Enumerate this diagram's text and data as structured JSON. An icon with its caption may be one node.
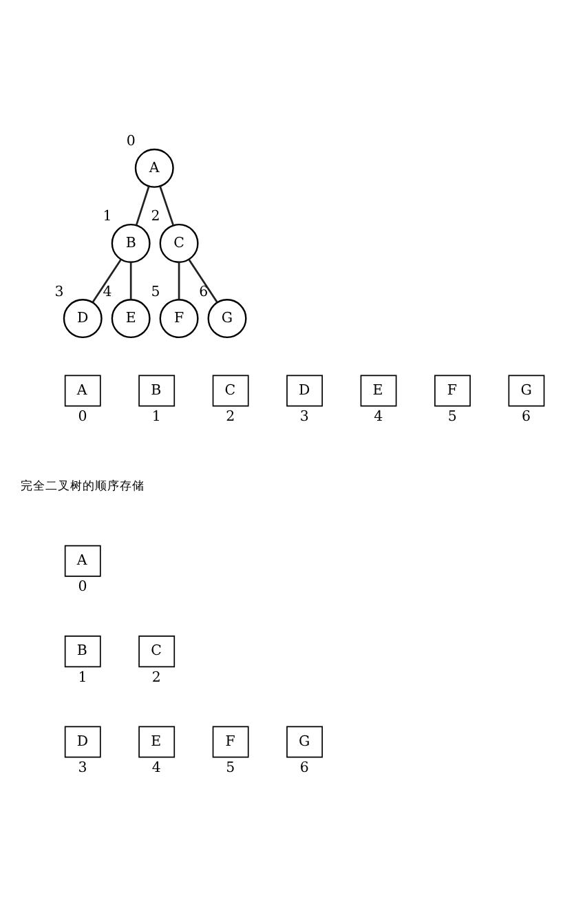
{
  "diagram": {
    "nodes": [
      {
        "text": [
          "A"
        ],
        "beside": [
          "0"
        ]
      },
      {
        "text": [
          "B"
        ],
        "beside": [
          "1"
        ]
      },
      {
        "text": [
          "C"
        ],
        "beside": [
          "2"
        ]
      },
      {
        "text": [
          "D"
        ],
        "beside": [
          "3"
        ]
      },
      {
        "text": [
          "E"
        ],
        "beside": [
          "4"
        ]
      },
      {
        "text": [
          "F"
        ],
        "beside": [
          "5"
        ]
      },
      {
        "text": [
          "G"
        ],
        "beside": [
          "6"
        ]
      },
      {
        "text": [
          "A"
        ],
        "beside": [
          "0"
        ]
      },
      {
        "text": [
          "B"
        ],
        "beside": [
          "1"
        ]
      },
      {
        "text": [
          "C"
        ],
        "beside": [
          "2"
        ]
      },
      {
        "text": [
          "D"
        ],
        "beside": [
          "3"
        ]
      },
      {
        "text": [
          "E"
        ],
        "beside": [
          "4"
        ]
      },
      {
        "text": [
          "F"
        ],
        "beside": [
          "5"
        ]
      },
      {
        "text": [
          "G"
        ],
        "beside": [
          "6"
        ]
      },
      {
        "text": [
          "A"
        ],
        "beside": [
          "0"
        ]
      },
      {
        "text": [
          "B"
        ],
        "beside": [
          "1"
        ]
      },
      {
        "text": [
          "C"
        ],
        "beside": [
          "2"
        ]
      },
      {
        "text": [
          "D"
        ],
        "beside": [
          "3"
        ]
      },
      {
        "text": [
          "E"
        ],
        "beside": [
          "4"
        ]
      },
      {
        "text": [
          "F"
        ],
        "beside": [
          "5"
        ]
      },
      {
        "text": [
          "G"
        ],
        "beside": [
          "6"
        ]
      }
    ],
    "edges": [
      {
        "from": 0,
        "to": 1,
        "arrow": "none"
      },
      {
        "from": 0,
        "to": 2,
        "arrow": "none"
      },
      {
        "from": 1,
        "to": 3,
        "arrow": "none"
      },
      {
        "from": 1,
        "to": 4,
        "arrow": "none"
      },
      {
        "from": 2,
        "to": 5,
        "arrow": "none"
      },
      {
        "from": 2,
        "to": 6,
        "arrow": "none"
      }
    ],
    "labels": [
      "完全二叉树的顺序存储"
    ]
  }
}
